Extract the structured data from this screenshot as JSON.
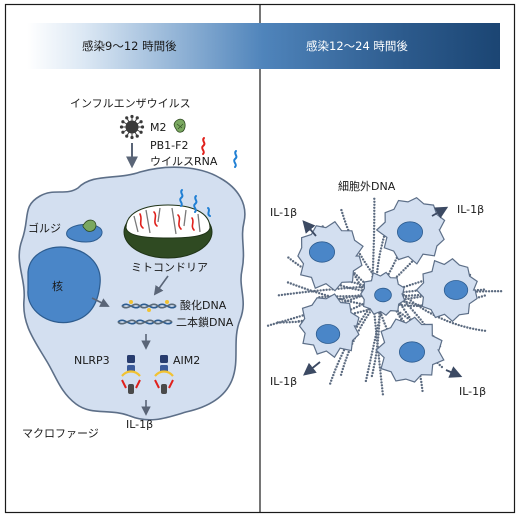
{
  "timeline": {
    "phase_early": "感染9〜12 時間後",
    "phase_late": "感染12〜24 時間後",
    "colors": {
      "bar_start": "#ffffff",
      "bar_end": "#1e4a78"
    }
  },
  "left_panel": {
    "virus_label": "インフルエンザウイルス",
    "viral_components": [
      "M2",
      "PB1-F2",
      "ウイルスRNA"
    ],
    "organelles": {
      "golgi": "ゴルジ",
      "nucleus": "核",
      "mitochondria": "ミトコンドリア"
    },
    "dna_types": [
      "酸化DNA",
      "二本鎖DNA"
    ],
    "sensors": [
      "NLRP3",
      "AIM2"
    ],
    "output": "IL-1β",
    "cell_label": "マクロファージ"
  },
  "right_panel": {
    "title": "細胞外DNA",
    "il1b_labels": [
      "IL-1β",
      "IL-1β",
      "IL-1β",
      "IL-1β"
    ]
  },
  "colors": {
    "cell_fill": "#d3dff0",
    "cell_stroke": "#5d6f88",
    "nucleus_fill": "#4a86c8",
    "mito_green": "#2f4a22",
    "mito_red": "#e0201b",
    "rna_blue": "#1f7fd4",
    "arrow": "#5a6577"
  }
}
